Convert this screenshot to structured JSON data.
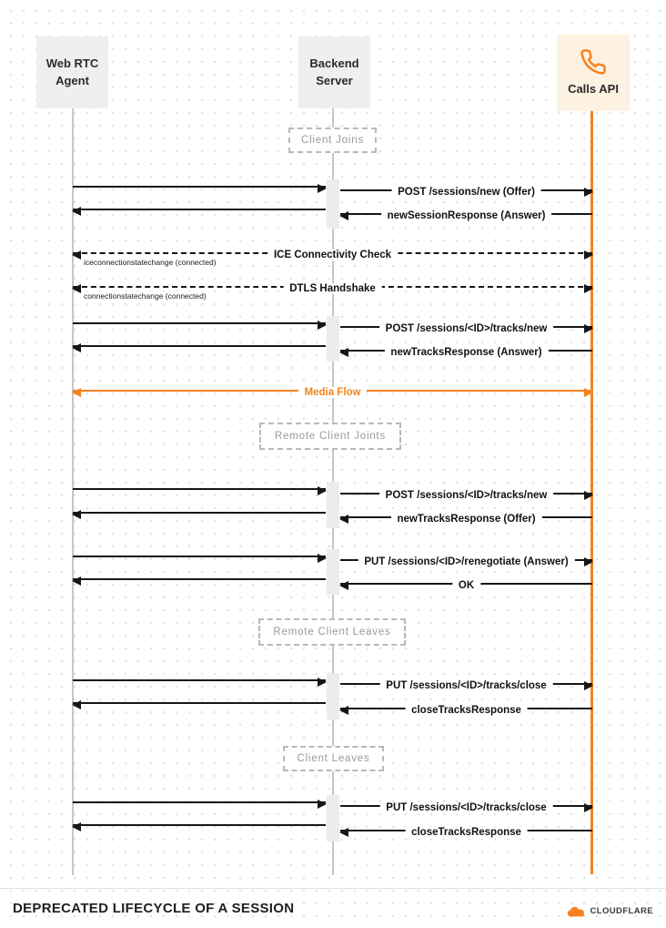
{
  "diagram": {
    "type": "sequence-diagram"
  },
  "actors": [
    {
      "name": "Web RTC Agent",
      "line1": "Web RTC",
      "line2": "Agent"
    },
    {
      "name": "Backend Server",
      "line1": "Backend",
      "line2": "Server"
    },
    {
      "name": "Calls API",
      "label": "Calls API",
      "icon": "phone-icon"
    }
  ],
  "sections": [
    {
      "label": "Client Joins"
    },
    {
      "label": "Remote Client Joints"
    },
    {
      "label": "Remote Client Leaves"
    },
    {
      "label": "Client Leaves"
    }
  ],
  "messages": [
    {
      "label": "POST /sessions/new (Offer)",
      "from": "Backend Server",
      "to": "Calls API"
    },
    {
      "label": "newSessionResponse (Answer)",
      "from": "Calls API",
      "to": "Backend Server"
    },
    {
      "label": "ICE Connectivity Check",
      "note": "iceconnectionstatechange (connected)",
      "style": "dashed-bidirectional"
    },
    {
      "label": "DTLS Handshake",
      "note": "connectionstatechange (connected)",
      "style": "dashed-bidirectional"
    },
    {
      "label": "POST /sessions/<ID>/tracks/new",
      "from": "Backend Server",
      "to": "Calls API"
    },
    {
      "label": "newTracksResponse (Answer)",
      "from": "Calls API",
      "to": "Backend Server"
    },
    {
      "label": "Media Flow",
      "style": "orange-bidirectional"
    },
    {
      "label": "POST /sessions/<ID>/tracks/new",
      "from": "Backend Server",
      "to": "Calls API"
    },
    {
      "label": "newTracksResponse (Offer)",
      "from": "Calls API",
      "to": "Backend Server"
    },
    {
      "label": "PUT /sessions/<ID>/renegotiate (Answer)",
      "from": "Backend Server",
      "to": "Calls API"
    },
    {
      "label": "OK",
      "from": "Calls API",
      "to": "Backend Server"
    },
    {
      "label": "PUT /sessions/<ID>/tracks/close",
      "from": "Backend Server",
      "to": "Calls API"
    },
    {
      "label": "closeTracksResponse",
      "from": "Calls API",
      "to": "Backend Server"
    },
    {
      "label": "PUT /sessions/<ID>/tracks/close",
      "from": "Backend Server",
      "to": "Calls API"
    },
    {
      "label": "closeTracksResponse",
      "from": "Calls API",
      "to": "Backend Server"
    }
  ],
  "footer": {
    "title": "DEPRECATED LIFECYCLE OF A SESSION",
    "brand": "CLOUDFLARE"
  },
  "colors": {
    "accent_orange": "#f6821f",
    "arrow_black": "#161616",
    "lifeline_gray": "#c7c7c7",
    "calls_api_box_bg": "#fdf1e2",
    "actor_box_bg": "#efefef",
    "section_border": "#b9b9b9",
    "section_text": "#9a9a9a"
  }
}
